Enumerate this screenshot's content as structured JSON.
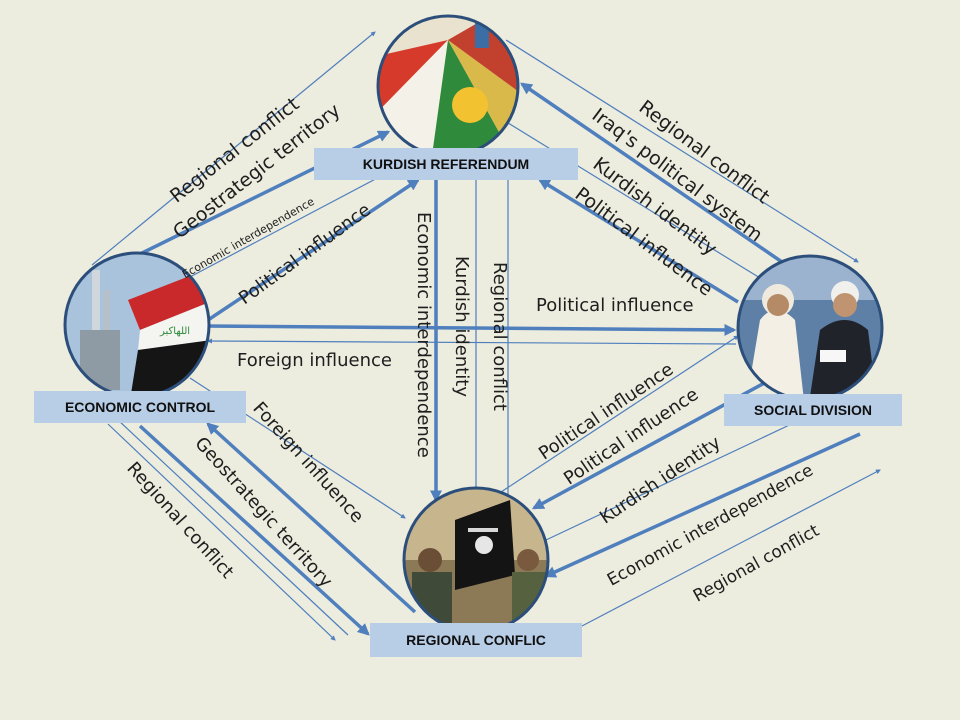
{
  "nodes": {
    "kurdish_referendum": "KURDISH REFERENDUM",
    "economic_control": "ECONOMIC CONTROL",
    "social_division": "SOCIAL DIVISION",
    "regional_conflict": "REGIONAL CONFLIC"
  },
  "edge_labels": {
    "ec_kr_regional_conflict": "Regional conflict",
    "ec_kr_geostrategic_territory": "Geostrategic territory",
    "ec_kr_economic_interdependence": "Economic interdependence",
    "ec_kr_political_influence": "Political influence",
    "kr_rc_economic_interdependence": "Economic interdependence",
    "kr_rc_kurdish_identity": "Kurdish identity",
    "kr_rc_regional_conflict": "Regional conflict",
    "sd_kr_regional_conflict": "Regional conflict",
    "sd_kr_political_system": "Iraq's political system",
    "sd_kr_kurdish_identity": "Kurdish identity",
    "sd_kr_political_influence": "Political influence",
    "ec_sd_political_influence": "Political influence",
    "sd_ec_foreign_influence": "Foreign influence",
    "ec_rc_foreign_influence": "Foreign influence",
    "rc_ec_geostrategic_territory": "Geostrategic territory",
    "ec_rc_regional_conflict": "Regional conflict",
    "rc_sd_political_influence_1": "Political influence",
    "rc_sd_political_influence_2": "Political influence",
    "rc_sd_kurdish_identity": "Kurdish identity",
    "sd_rc_economic_interdependence": "Economic interdependence",
    "rc_sd_regional_conflict": "Regional conflict"
  },
  "photos": {
    "kurdish_referendum": "kurdistan-flag-photo",
    "economic_control": "iraq-flag-refinery-photo",
    "social_division": "clerics-photo",
    "regional_conflict": "militants-black-flag-photo"
  },
  "colors": {
    "background": "#ececdf",
    "arrow": "#4f7fbd",
    "label_box": "#b8cde6",
    "text": "#1e1e1e"
  }
}
